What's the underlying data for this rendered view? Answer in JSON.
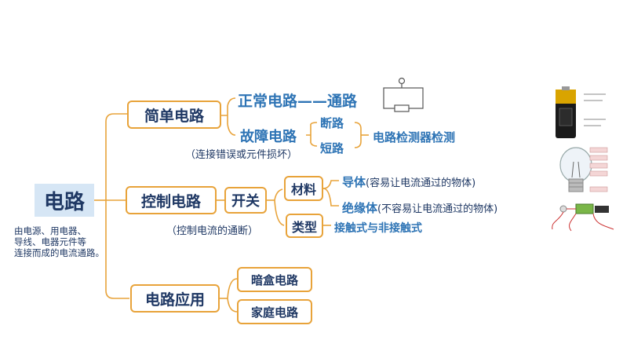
{
  "root": {
    "label": "电路",
    "definition": [
      "由电源、用电器、",
      "导线、电器元件等",
      "连接而成的电流通路。"
    ]
  },
  "simple_circuit": {
    "label": "简单电路",
    "normal": "正常电路——通路",
    "fault": "故障电路",
    "fault_note": "（连接错误或元件损坏）",
    "open": "断路",
    "short": "短路",
    "detect": "电路检测器检测"
  },
  "control_circuit": {
    "label": "控制电路",
    "note": "（控制电流的通断）",
    "switch": "开关",
    "material": "材料",
    "conductor": "导体",
    "conductor_note": "(容易让电流通过的物体)",
    "insulator": "绝缘体",
    "insulator_note": "(不容易让电流通过的物体)",
    "type": "类型",
    "type_value": "接触式与非接触式"
  },
  "circuit_application": {
    "label": "电路应用",
    "hidden_box": "暗盒电路",
    "home": "家庭电路"
  },
  "colors": {
    "box_border": "#e8a33a",
    "root_bg": "#d6e6f5",
    "text_blue": "#2e74b5",
    "text_dark": "#1f3864"
  },
  "images": [
    "battery-illustration",
    "light-bulb-illustration",
    "circuit-tester-illustration"
  ]
}
